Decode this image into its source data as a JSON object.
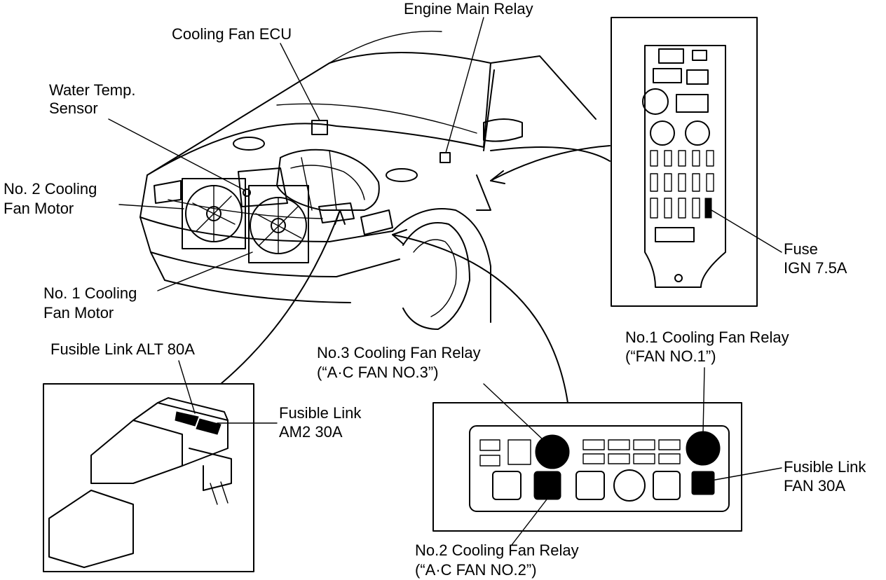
{
  "labels": {
    "engine_main_relay": "Engine Main Relay",
    "cooling_fan_ecu": "Cooling Fan ECU",
    "water_temp_line1": "Water Temp.",
    "water_temp_line2": "Sensor",
    "no2_motor_line1": "No. 2 Cooling",
    "no2_motor_line2": "Fan Motor",
    "no1_motor_line1": "No. 1 Cooling",
    "no1_motor_line2": "Fan Motor",
    "fuse_line1": "Fuse",
    "fuse_line2": "IGN 7.5A",
    "fusible_alt": "Fusible Link ALT 80A",
    "fusible_am2_line1": "Fusible Link",
    "fusible_am2_line2": "AM2 30A",
    "no3_relay_line1": "No.3 Cooling Fan Relay",
    "no3_relay_line2": "(“A·C FAN NO.3”)",
    "no1_relay_line1": "No.1 Cooling Fan Relay",
    "no1_relay_line2": "(“FAN NO.1”)",
    "fusible_fan_line1": "Fusible Link",
    "fusible_fan_line2": "FAN 30A",
    "no2_relay_line1": "No.2 Cooling Fan Relay",
    "no2_relay_line2": "(“A·C FAN NO.2”)"
  }
}
